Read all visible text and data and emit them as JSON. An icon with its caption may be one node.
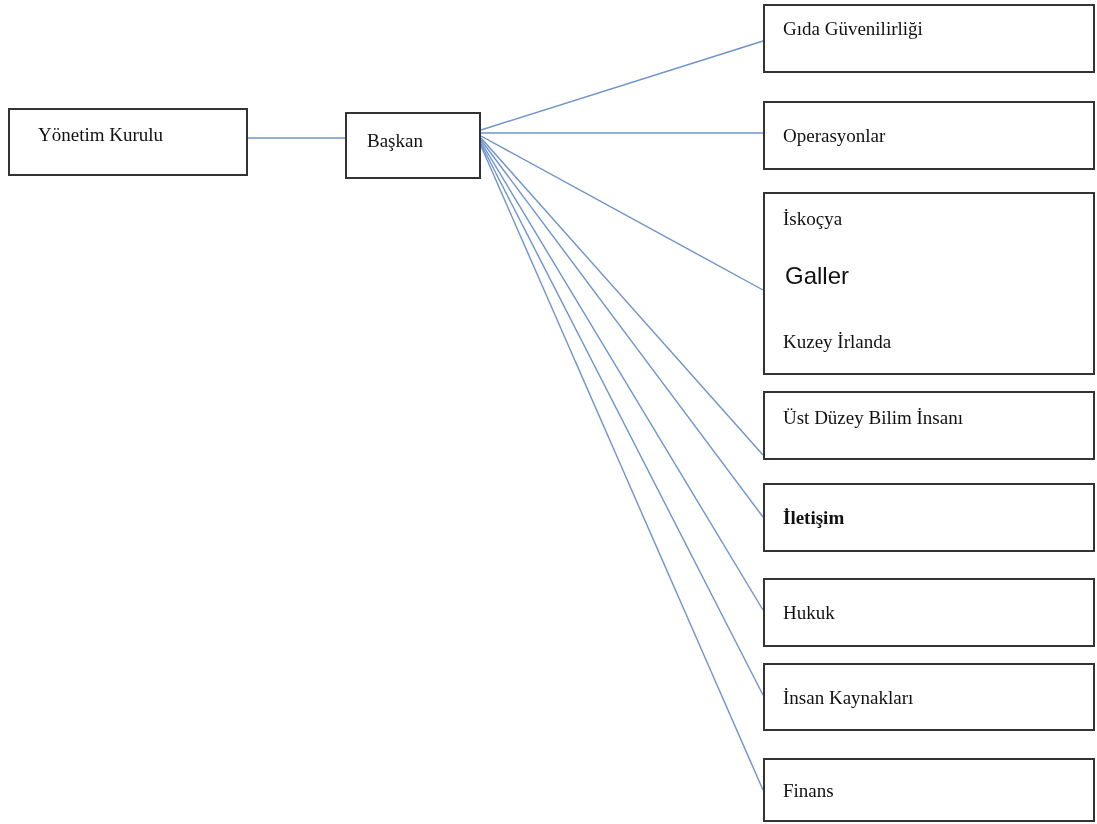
{
  "diagram": {
    "nodes": [
      {
        "text": [
          "Yönetim Kurulu"
        ]
      },
      {
        "text": [
          "Başkan"
        ]
      },
      {
        "text": [
          "Gıda Güvenilirliği"
        ]
      },
      {
        "text": [
          "Operasyonlar"
        ]
      },
      {
        "text": [
          "İskoçya",
          "Galler",
          "Kuzey İrlanda"
        ]
      },
      {
        "text": [
          "Üst Düzey Bilim  İnsanı"
        ]
      },
      {
        "text": [
          "İletişim"
        ]
      },
      {
        "text": [
          "Hukuk"
        ]
      },
      {
        "text": [
          "İnsan Kaynakları"
        ]
      },
      {
        "text": [
          "Finans"
        ]
      }
    ],
    "edges": [
      {
        "from": 0,
        "to": 1,
        "arrow": "none"
      },
      {
        "from": 1,
        "to": 2,
        "arrow": "none"
      },
      {
        "from": 1,
        "to": 3,
        "arrow": "none"
      },
      {
        "from": 1,
        "to": 4,
        "arrow": "none"
      },
      {
        "from": 1,
        "to": 5,
        "arrow": "none"
      },
      {
        "from": 1,
        "to": 6,
        "arrow": "none"
      },
      {
        "from": 1,
        "to": 7,
        "arrow": "none"
      },
      {
        "from": 1,
        "to": 8,
        "arrow": "none"
      },
      {
        "from": 1,
        "to": 9,
        "arrow": "none"
      }
    ]
  }
}
